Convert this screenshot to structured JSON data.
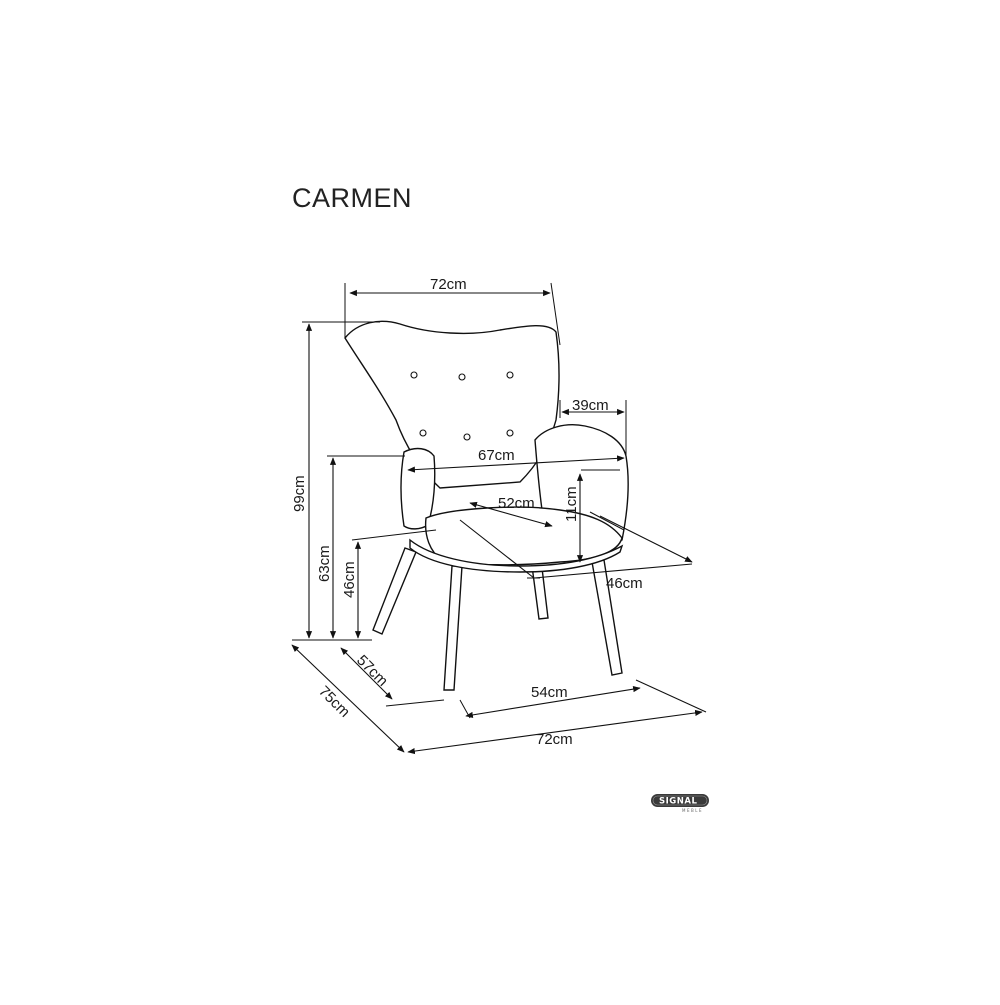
{
  "product": {
    "name": "CARMEN"
  },
  "dimensions": {
    "total_width_top": "72cm",
    "armrest_depth": "39cm",
    "inner_width": "67cm",
    "seat_width": "52cm",
    "armrest_height": "11cm",
    "seat_depth": "46cm",
    "total_height": "99cm",
    "armrest_floor_height": "63cm",
    "seat_height": "46cm",
    "legs_depth": "57cm",
    "total_depth": "75cm",
    "legs_width": "54cm",
    "total_width_bottom": "72cm"
  },
  "brand": {
    "logo_text": "SIGNAL",
    "logo_sub": "MEBLE"
  }
}
